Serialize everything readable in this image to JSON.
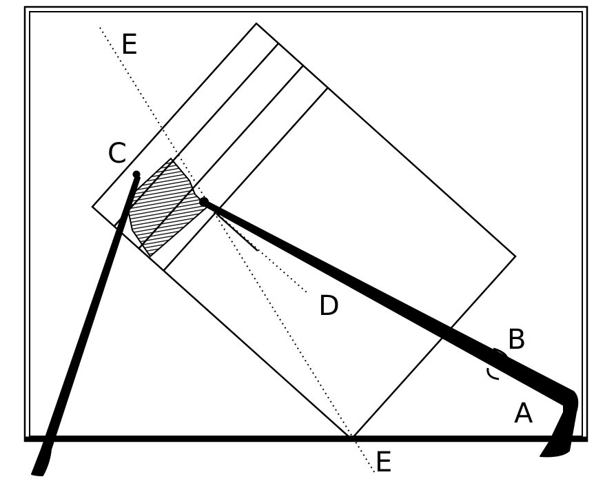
{
  "diagram": {
    "labels": {
      "e_top": "E",
      "e_bottom": "E",
      "c": "C",
      "d": "D",
      "b": "B",
      "a": "A"
    },
    "colors": {
      "ink": "#000000",
      "paper": "#ffffff"
    }
  }
}
